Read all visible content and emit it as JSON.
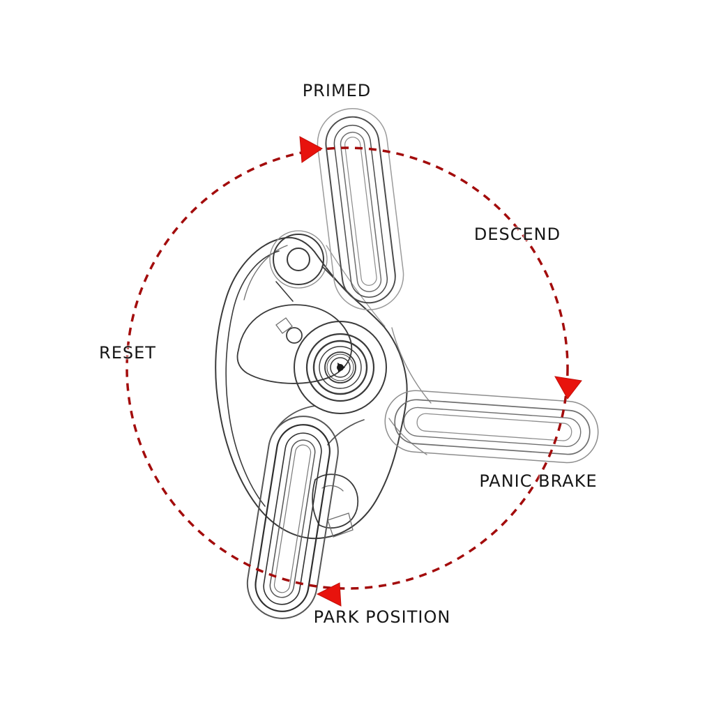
{
  "diagram": {
    "type": "technical-line-illustration",
    "subject": "descender-device-handle-positions",
    "labels": {
      "primed": "PRIMED",
      "descend": "DESCEND",
      "reset": "RESET",
      "panic_brake": "PANIC BRAKE",
      "park_position": "PARK POSITION"
    },
    "rotation": {
      "path_style": "dashed-circle",
      "direction": "clockwise",
      "arrows": [
        {
          "position": "top",
          "points": "right"
        },
        {
          "position": "right",
          "points": "down"
        },
        {
          "position": "bottom-left",
          "points": "left"
        }
      ]
    },
    "colors": {
      "background": "#ffffff",
      "arrow_red": "#e8130d",
      "dashed_circle_red": "#a30c0c",
      "line_dark": "#3a3a3a",
      "line_light": "#8d8d8d",
      "label_text": "#161616"
    }
  }
}
